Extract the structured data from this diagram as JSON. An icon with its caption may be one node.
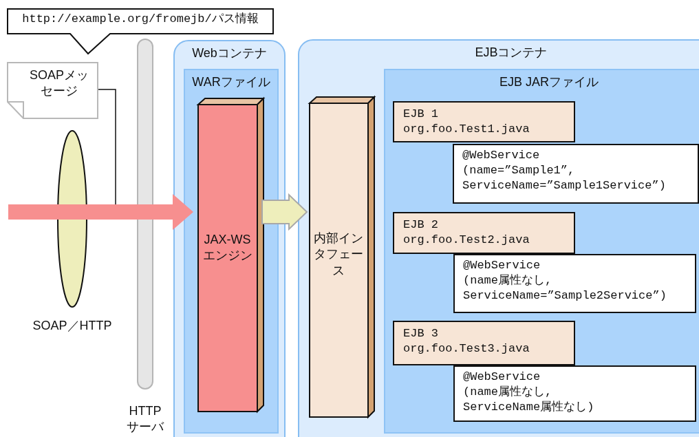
{
  "diagram": {
    "nodes": [
      {
        "text": [
          "http://example.org/fromejb/パス情報"
        ]
      },
      {
        "text": [
          "SOAPメッセージ"
        ]
      },
      {
        "text": [
          "SOAP／HTTP"
        ]
      },
      {
        "text": [
          "HTTPサーバ"
        ]
      },
      {
        "text": [
          "Webコンテナ"
        ]
      },
      {
        "text": [
          "WARファイル"
        ],
        "in": 4
      },
      {
        "text": [
          "JAX-WSエンジン"
        ],
        "in": 5
      },
      {
        "text": [
          "EJBコンテナ"
        ]
      },
      {
        "text": [
          "内部インタフェース"
        ],
        "in": 7
      },
      {
        "text": [
          "EJB JARファイル"
        ],
        "in": 7
      },
      {
        "text": [
          "EJB 1",
          "org.foo.Test1.java"
        ],
        "in": 9
      },
      {
        "text": [
          "@WebService",
          "(name=”Sample1”, ServiceName=”Sample1Service”)"
        ],
        "in": 9
      },
      {
        "text": [
          "EJB 2",
          "org.foo.Test2.java"
        ],
        "in": 9
      },
      {
        "text": [
          "@WebService",
          "(name属性なし, ServiceName=”Sample2Service”)"
        ],
        "in": 9
      },
      {
        "text": [
          "EJB 3",
          "org.foo.Test3.java"
        ],
        "in": 9
      },
      {
        "text": [
          "@WebService",
          "(name属性なし, ServiceName属性なし)"
        ],
        "in": 9
      }
    ],
    "edges": [
      {
        "from": 1,
        "to": null,
        "arrow": "other"
      },
      {
        "from": null,
        "to": 6,
        "arrow": "to"
      },
      {
        "from": 6,
        "to": 8,
        "arrow": "to"
      }
    ]
  }
}
